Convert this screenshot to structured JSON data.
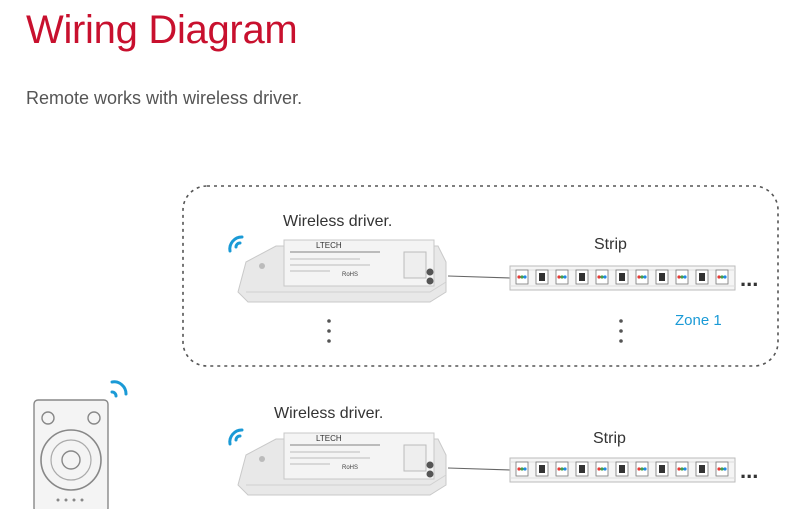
{
  "title": "Wiring Diagram",
  "subtitle": "Remote works with wireless driver.",
  "zone1": {
    "driver_label": "Wireless driver.",
    "strip_label": "Strip",
    "zone_label": "Zone 1",
    "continuation": "..."
  },
  "zone2": {
    "driver_label": "Wireless driver.",
    "strip_label": "Strip",
    "continuation": "..."
  },
  "driver_face_text": {
    "brand": "LTECH",
    "model": "RoHS"
  },
  "colors": {
    "title": "#c8102e",
    "wireless": "#1a9ad6",
    "zone": "#1a9ad6",
    "strip_led_red": "#e53935",
    "strip_led_green": "#43a047",
    "strip_led_blue": "#1e88e5"
  },
  "icons": {
    "wireless_signal": "wifi-arc-icon",
    "remote": "remote-control-icon",
    "vertical_ellipsis": "vertical-dots-icon"
  }
}
